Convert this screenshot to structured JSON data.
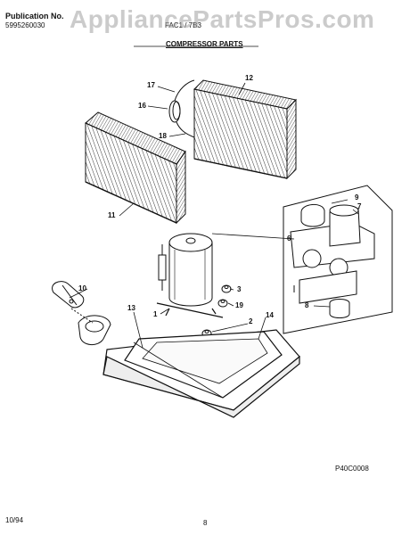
{
  "header": {
    "publication_label": "Publication No.",
    "publication_number": "5995260030",
    "model": "FAC1 / 7B3",
    "watermark": "AppliancePartsPros.com"
  },
  "title": "COMPRESSOR PARTS",
  "callouts": [
    "17",
    "12",
    "16",
    "18",
    "9",
    "7",
    "11",
    "6",
    "10",
    "3",
    "13",
    "1",
    "19",
    "14",
    "2",
    "8"
  ],
  "figure_code": "P40C0008",
  "footer": {
    "date": "10/94",
    "page": "8"
  }
}
